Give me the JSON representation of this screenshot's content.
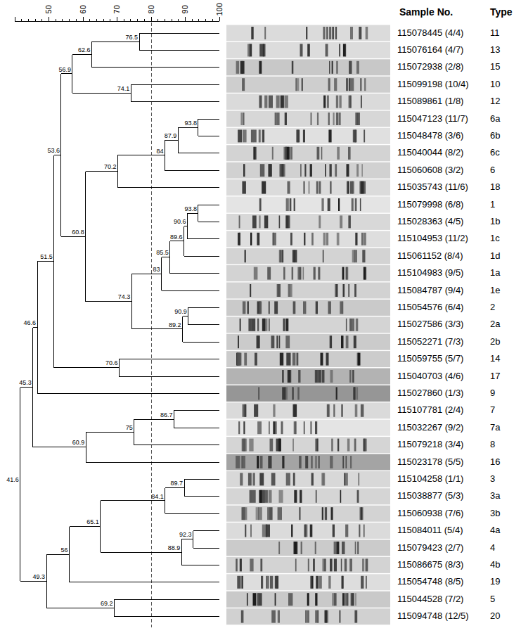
{
  "diagram": {
    "labels": [
      "50",
      "60",
      "70",
      "80",
      "90",
      "100",
      "Sample No.",
      "Type",
      "115078445 (4/4)",
      "11",
      "115076164 (4/7)",
      "13",
      "115072938 (2/8)",
      "15",
      "115099198 (10/4)",
      "10",
      "115089861 (1/8)",
      "12",
      "115047123 (11/7)",
      "6a",
      "115048478 (3/6)",
      "6b",
      "115040044 (8/2)",
      "6c",
      "115060608 (3/2)",
      "6",
      "115035743 (11/6)",
      "18",
      "115079998 (6/8)",
      "1",
      "115028363 (4/5)",
      "1b",
      "115104953 (11/2)",
      "1c",
      "115061152 (8/4)",
      "1d",
      "115104983 (9/5)",
      "1a",
      "115084787 (9/4)",
      "1e",
      "115054576 (6/4)",
      "2",
      "115027586 (3/3)",
      "2a",
      "115052271 (7/3)",
      "2b",
      "115059755 (5/7)",
      "14",
      "115040703 (4/6)",
      "17",
      "115027860 (1/3)",
      "9",
      "115107781 (2/4)",
      "7",
      "115032267 (9/2)",
      "7a",
      "115079218 (3/4)",
      "8",
      "115023178 (5/5)",
      "16",
      "115104258 (1/1)",
      "3",
      "115038877 (5/3)",
      "3a",
      "115060938 (7/6)",
      "3b",
      "115084011 (5/4)",
      "4a",
      "115079423 (2/7)",
      "4",
      "115086675 (8/3)",
      "4b",
      "115054748 (8/5)",
      "19",
      "115044528 (7/2)",
      "5",
      "115094748 (12/5)",
      "20",
      "76.5",
      "62.6",
      "74.1",
      "56.9",
      "93.8",
      "87.9",
      "84",
      "70.2",
      "93.8",
      "90.6",
      "89.6",
      "85.5",
      "83",
      "90.9",
      "89.2",
      "74.3",
      "60.8",
      "53.6",
      "70.6",
      "51.5",
      "46.6",
      "86.7",
      "75",
      "60.9",
      "45.3",
      "89.7",
      "84.1",
      "92.3",
      "88.9",
      "65.1",
      "56",
      "69.2",
      "49.3",
      "41.6"
    ]
  }
}
